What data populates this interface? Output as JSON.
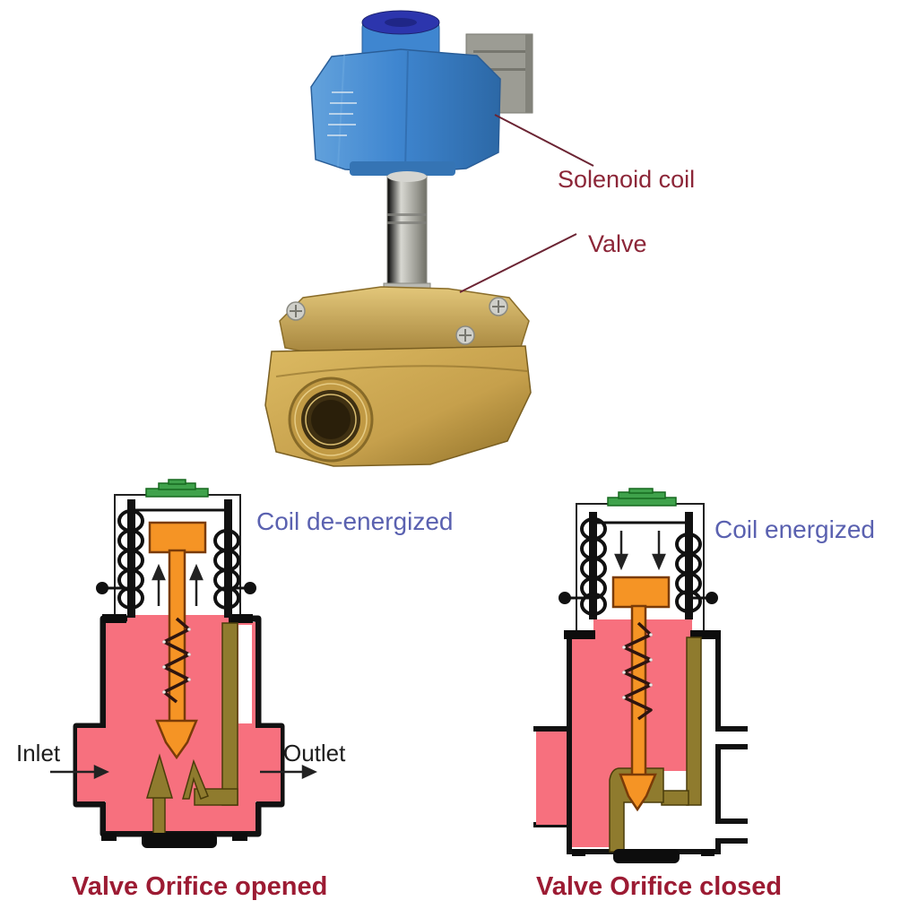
{
  "photo": {
    "solenoid_coil_label": "Solenoid coil",
    "valve_label": "Valve"
  },
  "left_diagram": {
    "state_label": "Coil de-energized",
    "inlet_label": "Inlet",
    "outlet_label": "Outlet",
    "caption": "Valve Orifice opened"
  },
  "right_diagram": {
    "state_label": "Coil energized",
    "caption": "Valve Orifice closed"
  },
  "colors": {
    "fluid_pink": "#F7707E",
    "pilot_channel_olive": "#8F7B2E",
    "plunger_orange": "#F59425",
    "cap_green": "#3FA24B",
    "state_text_blue": "#5A61B0",
    "label_text_maroon": "#8C2638",
    "caption_text_maroon": "#9C1B33",
    "coil_body_blue": "#3F86D0",
    "coil_top_navy": "#2C35AD",
    "valve_brass": "#C6A04C",
    "outline_black": "#111111"
  }
}
